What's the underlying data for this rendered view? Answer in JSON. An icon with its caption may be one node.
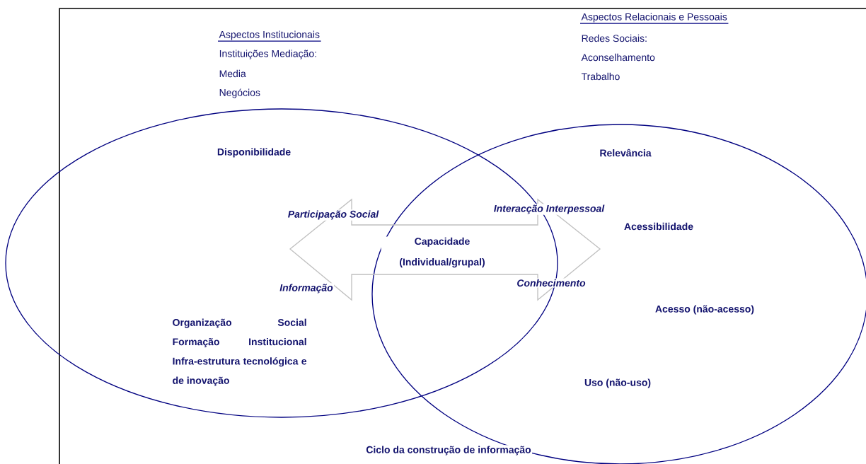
{
  "diagram": {
    "caption": "Ciclo da construção de informação",
    "nodes": [
      {
        "text": [
          "Disponibilidade",
          "Organização Social Formação Institucional Infra-estrutura tecnológica e de inovação"
        ]
      },
      {
        "text": [
          "Relevância",
          "Acessibilidade",
          "Acesso (não-acesso)",
          "Uso (não-uso)"
        ]
      },
      {
        "text": [
          "Capacidade (Individual/grupal)"
        ]
      }
    ],
    "labels": [
      "Aspectos Institucionais",
      "Instituições Mediação:",
      "Media",
      "Negócios",
      "Aspectos Relacionais e Pessoais",
      "Redes Sociais:",
      "Aconselhamento",
      "Trabalho",
      "Participação Social",
      "Interacção Interpessoal",
      "Informação",
      "Conhecimento"
    ]
  }
}
